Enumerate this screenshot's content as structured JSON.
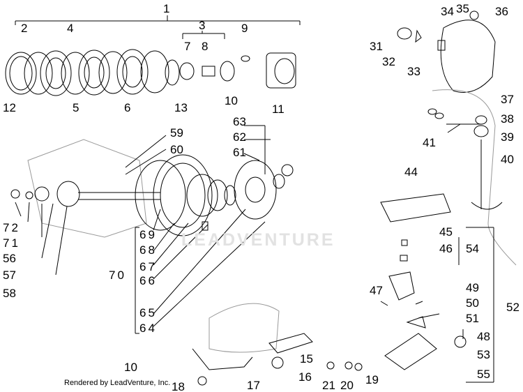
{
  "watermark": "LEADVENTURE",
  "credit": "Rendered by LeadVenture, Inc.",
  "callouts": [
    "1",
    "2",
    "3",
    "4",
    "5",
    "6",
    "7",
    "8",
    "9",
    "10",
    "11",
    "12",
    "13",
    "15",
    "16",
    "17",
    "18",
    "19",
    "20",
    "21",
    "31",
    "32",
    "33",
    "34",
    "35",
    "36",
    "37",
    "38",
    "39",
    "40",
    "41",
    "44",
    "45",
    "46",
    "47",
    "48",
    "49",
    "50",
    "51",
    "52",
    "53",
    "54",
    "55",
    "56",
    "57",
    "58",
    "59",
    "60",
    "61",
    "62",
    "63",
    "64",
    "65",
    "66",
    "67",
    "68",
    "69",
    "70",
    "71",
    "72"
  ],
  "stray_label": "10"
}
